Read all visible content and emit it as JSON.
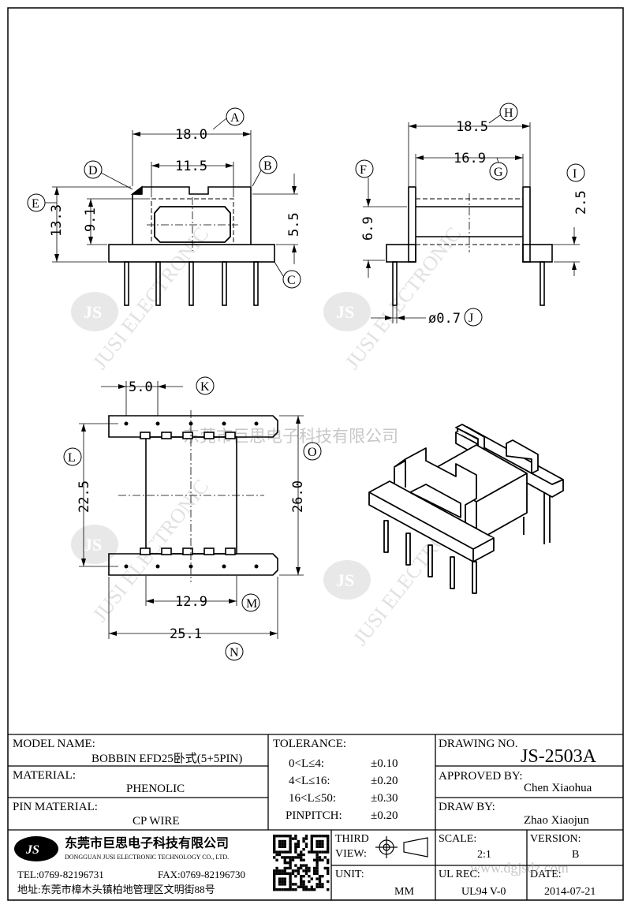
{
  "watermark": {
    "company_cn": "东莞市巨思电子科技有限公司",
    "brand_text": "JUSI ELECTRONIC",
    "logo": "JS"
  },
  "views": {
    "front": {
      "dims": {
        "A": "18.0",
        "d115": "11.5",
        "B": "",
        "D": "",
        "E": "13.3",
        "d91": "9.1",
        "d55": "5.5",
        "C": ""
      },
      "balloons": [
        "A",
        "B",
        "D",
        "E",
        "C"
      ]
    },
    "side": {
      "dims": {
        "H": "18.5",
        "G": "16.9",
        "F": "6.9",
        "I": "2.5",
        "J": "ø0.7"
      },
      "balloons": [
        "H",
        "G",
        "F",
        "I",
        "J"
      ]
    },
    "bottom": {
      "dims": {
        "K": "5.0",
        "L": "22.5",
        "O": "26.0",
        "M": "12.9",
        "N": "25.1"
      },
      "balloons": [
        "K",
        "L",
        "O",
        "M",
        "N"
      ]
    }
  },
  "title_block": {
    "model_label": "MODEL NAME:",
    "model_value": "BOBBIN EFD25卧式(5+5PIN)",
    "material_label": "MATERIAL:",
    "material_value": "PHENOLIC",
    "pin_material_label": "PIN MATERIAL:",
    "pin_material_value": "CP WIRE",
    "tolerance_label": "TOLERANCE:",
    "tolerances": [
      {
        "range": "0<L≤4:",
        "value": "±0.10"
      },
      {
        "range": "4<L≤16:",
        "value": "±0.20"
      },
      {
        "range": "16<L≤50:",
        "value": "±0.30"
      },
      {
        "range": "PINPITCH:",
        "value": "±0.20"
      }
    ],
    "drawing_no_label": "DRAWING NO.",
    "drawing_no": "JS-2503A",
    "approved_label": "APPROVED BY:",
    "approved_by": "Chen Xiaohua",
    "draw_label": "DRAW BY:",
    "draw_by": "Zhao Xiaojun",
    "company_cn": "东莞市巨思电子科技有限公司",
    "company_en": "DONGGUAN JUSI ELECTRONIC TECHNOLOGY CO., LTD.",
    "tel": "TEL:0769-82196731",
    "fax": "FAX:0769-82196730",
    "address": "地址:东莞市樟木头镇柏地管理区文明街88号",
    "logo": "JS",
    "third_view_label": "THIRD VIEW:",
    "unit_label": "UNIT:",
    "unit": "MM",
    "scale_label": "SCALE:",
    "scale": "2:1",
    "version_label": "VERSION:",
    "version": "B",
    "ul_label": "UL REC:",
    "ul": "UL94 V-0",
    "date_label": "DATE:",
    "date": "2014-07-21",
    "site_watermark": "www.dgjsdz.com"
  }
}
